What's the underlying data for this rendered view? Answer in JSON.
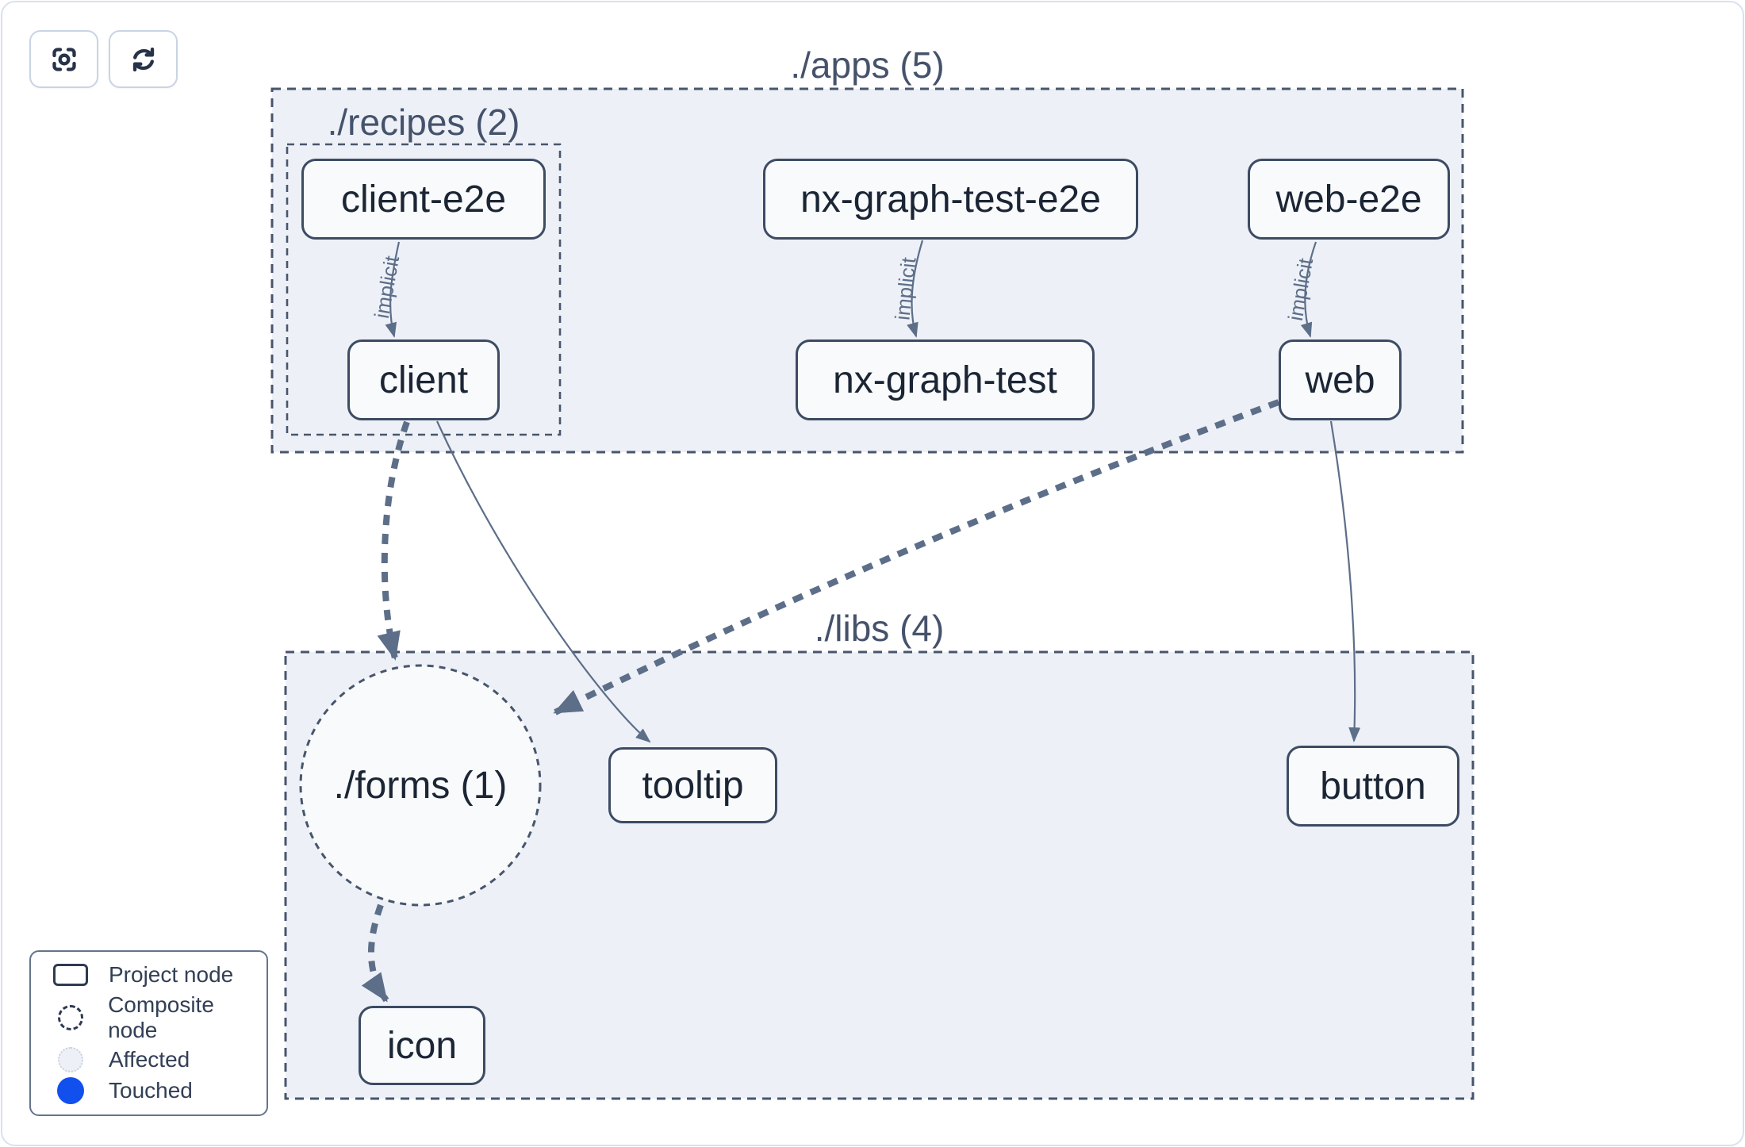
{
  "toolbar": {
    "buttons": [
      {
        "name": "focus",
        "icon": "focus-crosshair-icon"
      },
      {
        "name": "refresh",
        "icon": "refresh-icon"
      }
    ]
  },
  "groups": [
    {
      "id": "apps",
      "label": "./apps (5)",
      "type": "folder"
    },
    {
      "id": "recipes",
      "label": "./recipes (2)",
      "type": "folder"
    },
    {
      "id": "libs",
      "label": "./libs (4)",
      "type": "folder"
    },
    {
      "id": "forms",
      "label": "./forms (1)",
      "type": "composite"
    }
  ],
  "nodes": [
    {
      "id": "client-e2e",
      "label": "client-e2e"
    },
    {
      "id": "nx-graph-test-e2e",
      "label": "nx-graph-test-e2e"
    },
    {
      "id": "web-e2e",
      "label": "web-e2e"
    },
    {
      "id": "client",
      "label": "client"
    },
    {
      "id": "nx-graph-test",
      "label": "nx-graph-test"
    },
    {
      "id": "web",
      "label": "web"
    },
    {
      "id": "tooltip",
      "label": "tooltip"
    },
    {
      "id": "button",
      "label": "button"
    },
    {
      "id": "icon",
      "label": "icon"
    }
  ],
  "edges": [
    {
      "from": "client-e2e",
      "to": "client",
      "label": "implicit",
      "style": "thin-solid"
    },
    {
      "from": "nx-graph-test-e2e",
      "to": "nx-graph-test",
      "label": "implicit",
      "style": "thin-solid"
    },
    {
      "from": "web-e2e",
      "to": "web",
      "label": "implicit",
      "style": "thin-solid"
    },
    {
      "from": "client",
      "to": "./forms",
      "style": "thick-dashed"
    },
    {
      "from": "web",
      "to": "./forms",
      "style": "thick-dashed"
    },
    {
      "from": "./forms",
      "to": "icon",
      "style": "thick-dashed"
    },
    {
      "from": "client",
      "to": "tooltip",
      "style": "thin-solid"
    },
    {
      "from": "web",
      "to": "button",
      "style": "thin-solid"
    }
  ],
  "legend": {
    "items": [
      {
        "swatch": "project-node",
        "label": "Project node"
      },
      {
        "swatch": "composite-node",
        "label": "Composite node"
      },
      {
        "swatch": "affected",
        "label": "Affected"
      },
      {
        "swatch": "touched",
        "label": "Touched"
      }
    ]
  },
  "colors": {
    "container_fill": "#edf1f7",
    "node_fill": "#f8fafc",
    "edge": "#5d6e89",
    "dashed_border": "#48556c",
    "touched_blue": "#1150ec"
  }
}
